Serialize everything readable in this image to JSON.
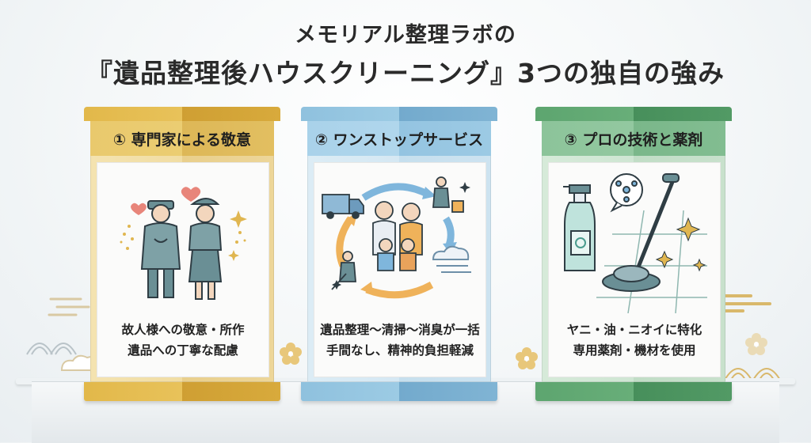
{
  "title_line1": "メモリアル整理ラボの",
  "title_line2": "『遺品整理後ハウスクリーニング』3つの独自の強み",
  "panels": [
    {
      "heading": "① 専門家による敬意",
      "line1": "故人様への敬意・所作",
      "line2": "遺品への丁寧な配慮",
      "illustration": "bowing-staff-illustration"
    },
    {
      "heading": "② ワンストップサービス",
      "line1": "遺品整理～清掃～消臭が一括",
      "line2": "手間なし、精神的負担軽減",
      "illustration": "one-stop-cycle-illustration"
    },
    {
      "heading": "③ プロの技術と薬剤",
      "line1": "ヤニ・油・ニオイに特化",
      "line2": "専用薬剤・機材を使用",
      "illustration": "cleaning-tools-illustration"
    }
  ],
  "colors": {
    "gold": "#e2b84a",
    "blue": "#8fc1de",
    "green": "#5da56f"
  }
}
